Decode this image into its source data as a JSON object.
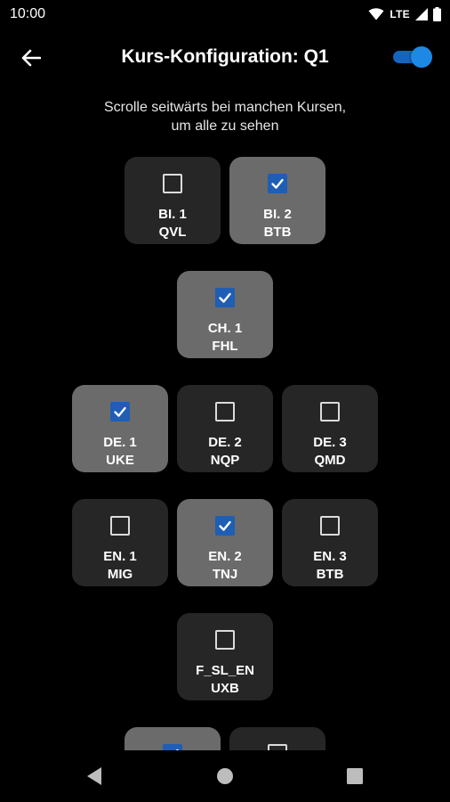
{
  "status_bar": {
    "time": "10:00",
    "network": "LTE",
    "icons": [
      "wifi-icon",
      "signal-icon",
      "battery-icon"
    ]
  },
  "app_bar": {
    "title": "Kurs-Konfiguration: Q1",
    "toggle_on": true,
    "icons": [
      "back-arrow-icon"
    ]
  },
  "hint": {
    "line1": "Scrolle seitwärts bei manchen Kursen,",
    "line2": "um alle zu sehen"
  },
  "colors": {
    "background": "#000000",
    "tile": "#262626",
    "tile_selected": "#6b6b6b",
    "accent": "#1e88e5",
    "checkbox_checked": "#1e5eb4"
  },
  "course_rows": [
    {
      "courses": [
        {
          "name": "BI. 1",
          "code": "QVL",
          "selected": false
        },
        {
          "name": "BI. 2",
          "code": "BTB",
          "selected": true
        }
      ]
    },
    {
      "courses": [
        {
          "name": "CH. 1",
          "code": "FHL",
          "selected": true
        }
      ]
    },
    {
      "courses": [
        {
          "name": "DE. 1",
          "code": "UKE",
          "selected": true
        },
        {
          "name": "DE. 2",
          "code": "NQP",
          "selected": false
        },
        {
          "name": "DE. 3",
          "code": "QMD",
          "selected": false
        }
      ]
    },
    {
      "courses": [
        {
          "name": "EN. 1",
          "code": "MIG",
          "selected": false
        },
        {
          "name": "EN. 2",
          "code": "TNJ",
          "selected": true
        },
        {
          "name": "EN. 3",
          "code": "BTB",
          "selected": false
        }
      ]
    },
    {
      "courses": [
        {
          "name": "F_SL_EN",
          "code": "UXB",
          "selected": false
        }
      ]
    },
    {
      "courses": [
        {
          "name": "",
          "code": "",
          "selected": true
        },
        {
          "name": "",
          "code": "",
          "selected": false
        }
      ]
    }
  ],
  "nav_bar": {
    "icons": [
      "nav-back-icon",
      "nav-home-icon",
      "nav-recents-icon"
    ]
  }
}
